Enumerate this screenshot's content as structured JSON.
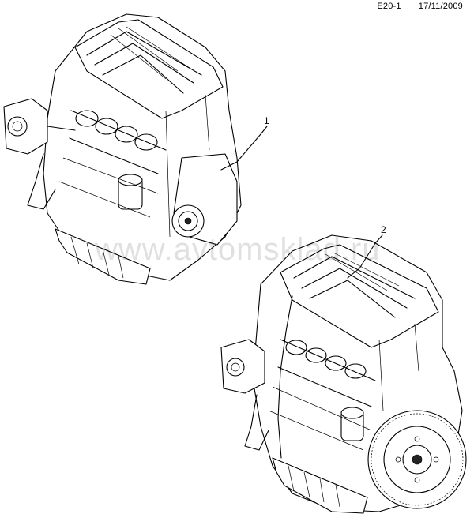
{
  "header": {
    "diagram_code": "E20-1",
    "date": "17/11/2009"
  },
  "callouts": [
    {
      "number": "1",
      "part": "engine-assembly-1"
    },
    {
      "number": "2",
      "part": "engine-assembly-2"
    }
  ],
  "watermark": "www.avtomsklad.ru"
}
